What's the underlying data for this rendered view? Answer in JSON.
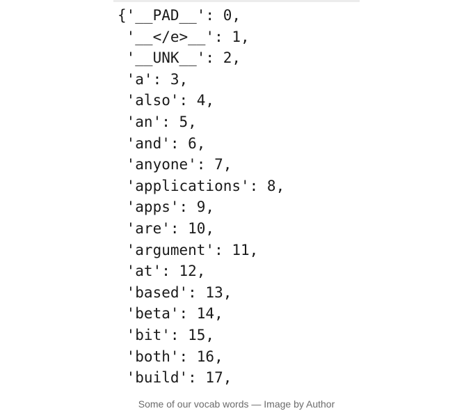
{
  "code": {
    "lines": [
      "{'__PAD__': 0,",
      " '__</e>__': 1,",
      " '__UNK__': 2,",
      " 'a': 3,",
      " 'also': 4,",
      " 'an': 5,",
      " 'and': 6,",
      " 'anyone': 7,",
      " 'applications': 8,",
      " 'apps': 9,",
      " 'are': 10,",
      " 'argument': 11,",
      " 'at': 12,",
      " 'based': 13,",
      " 'beta': 14,",
      " 'bit': 15,",
      " 'both': 16,",
      " 'build': 17,"
    ]
  },
  "caption": "Some of our vocab words — Image by Author"
}
